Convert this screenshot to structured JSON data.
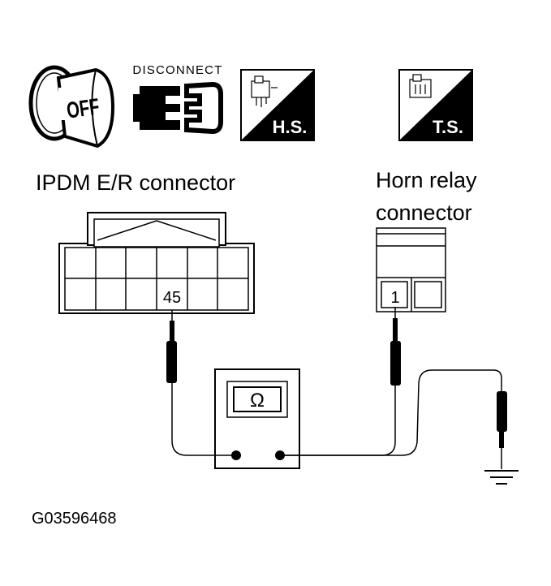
{
  "icons": {
    "key_off": {
      "name": "key-off-icon",
      "text": "OFF"
    },
    "disconnect": {
      "name": "disconnect-icon",
      "text": "DISCONNECT"
    },
    "harness_side": {
      "name": "harness-side-icon",
      "text": "H.S."
    },
    "terminal_side": {
      "name": "terminal-side-icon",
      "text": "T.S."
    }
  },
  "ipdm_connector": {
    "title": "IPDM E/R connector",
    "pin_label": "45"
  },
  "horn_relay_connector": {
    "title_line1": "Horn relay",
    "title_line2": "connector",
    "pin_label": "1"
  },
  "meter": {
    "symbol": "Ω",
    "name": "ohmmeter"
  },
  "figure_id": "G03596468",
  "colors": {
    "ink": "#000000",
    "paper": "#ffffff"
  }
}
